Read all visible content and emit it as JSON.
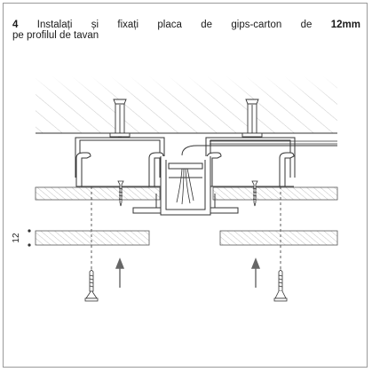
{
  "instruction": {
    "step_number": "4",
    "words": [
      "Instalați",
      "și",
      "fixați",
      "placa",
      "de",
      "gips-carton",
      "de"
    ],
    "thickness": "12mm",
    "line2": "pe profilul de tavan"
  },
  "diagram": {
    "dimension_label": "12",
    "colors": {
      "line": "#333333",
      "hatch": "#999999",
      "board_fill": "#e4e4e4",
      "arrow": "#666666"
    }
  }
}
